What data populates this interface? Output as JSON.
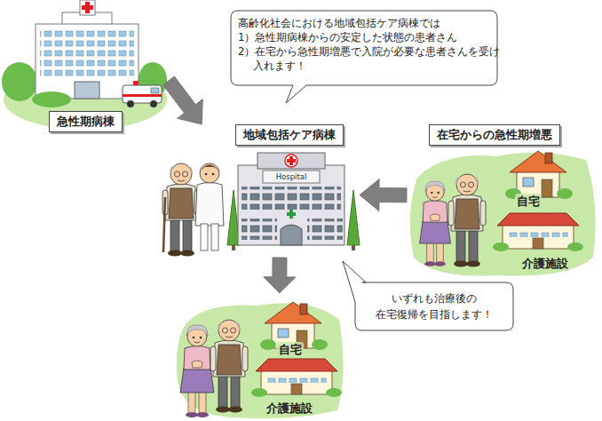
{
  "diagram": {
    "nodes": [
      {
        "text": [
          "急性期病棟"
        ]
      },
      {
        "text": [
          "地域包括ケア病棟"
        ]
      },
      {
        "text": [
          "在宅からの急性期増悪",
          "自宅",
          "介護施設"
        ]
      },
      {
        "text": [
          "自宅",
          "介護施設"
        ]
      }
    ],
    "edges": [
      {
        "from": 0,
        "to": 1,
        "arrow": "to"
      },
      {
        "from": 2,
        "to": 1,
        "arrow": "to"
      },
      {
        "from": 1,
        "to": 3,
        "arrow": "to"
      }
    ],
    "labels": [
      "高齢化社会における地域包括ケア病棟では",
      "1）急性期病棟からの安定した状態の患者さん",
      "2）在宅から急性期増悪で入院が必要な患者さんを受け入れます！",
      "Hospital",
      "いずれも治療後の 在宅復帰を目指します！"
    ]
  }
}
